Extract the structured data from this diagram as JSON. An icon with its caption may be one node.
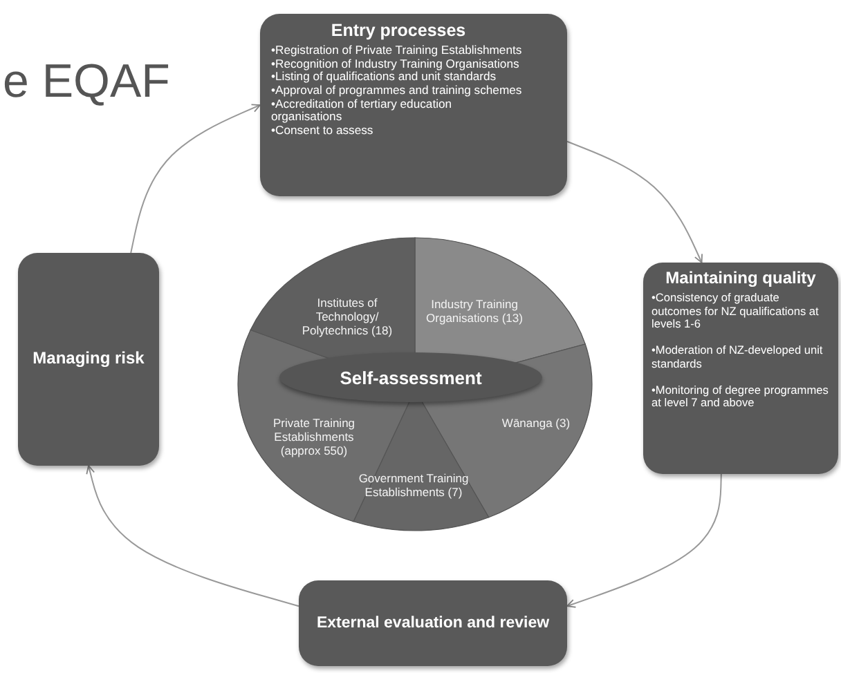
{
  "diagram": {
    "nodes": [
      {
        "text": [
          "Entry processes",
          "•Registration of Private Training Establishments",
          "•Recognition of Industry Training Organisations",
          "•Listing of qualifications and unit standards",
          "•Approval of programmes and training schemes",
          "•Accreditation of tertiary education organisations",
          "•Consent to assess"
        ]
      },
      {
        "text": [
          "Maintaining quality",
          "•Consistency of graduate outcomes for NZ qualifications at levels 1-6",
          "•Moderation of NZ-developed unit standards",
          "•Monitoring of degree programmes at level 7 and above"
        ]
      },
      {
        "text": [
          "External evaluation and review"
        ]
      },
      {
        "text": [
          "Managing risk"
        ]
      },
      {
        "text": [],
        "shape": "circle"
      },
      {
        "text": [
          "Institutes of Technology/ Polytechnics (18)"
        ],
        "in": 4
      },
      {
        "text": [
          "Industry Training Organisations (13)"
        ],
        "in": 4
      },
      {
        "text": [
          "Wānanga (3)"
        ],
        "in": 4
      },
      {
        "text": [
          "Government Training Establishments (7)"
        ],
        "in": 4
      },
      {
        "text": [
          "Private Training Establishments",
          "(approx 550)"
        ],
        "in": 4
      },
      {
        "text": [
          "Self-assessment"
        ],
        "in": 4
      }
    ],
    "edges": [
      {
        "from": 3,
        "to": 0,
        "arrow": "to"
      },
      {
        "from": 0,
        "to": 1,
        "arrow": "to"
      },
      {
        "from": 1,
        "to": 2,
        "arrow": "to"
      },
      {
        "from": 2,
        "to": 3,
        "arrow": "to"
      }
    ],
    "labels": [
      "e EQAF"
    ]
  }
}
